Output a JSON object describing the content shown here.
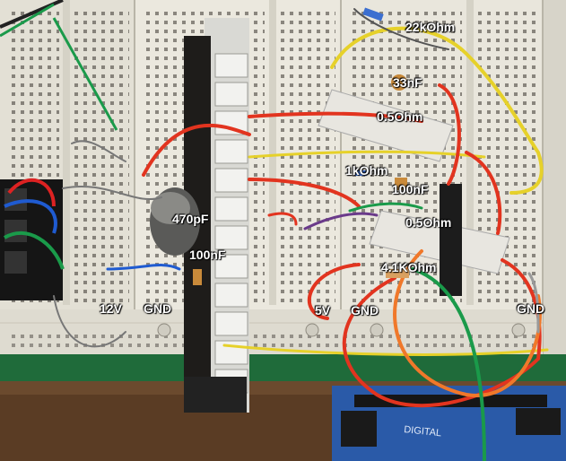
{
  "labels": {
    "r_22k": "22kOhm",
    "c_33n": "33nF",
    "r_05_top": "0.5Ohm",
    "r_1k": "1kOhm",
    "c_100n_right": "100nF",
    "r_05_bottom": "0.5Ohm",
    "c_470p": "470pF",
    "c_100n_left": "100nF",
    "r_41k": "4.1KOhm",
    "v_12": "12V",
    "gnd_left": "GND",
    "v_5": "5V",
    "gnd_mid": "GND",
    "gnd_right": "GND"
  },
  "board_markings": {
    "arduino_digital": "DIGITAL"
  },
  "colors": {
    "background_wood": "#6b4a2e",
    "breadboard": "#e9e6dc",
    "base_green": "#1f6b3a",
    "wire_red": "#e2341f",
    "wire_orange": "#f0782a",
    "wire_yellow": "#e6d12a",
    "wire_green": "#1a9a4a",
    "arduino_blue": "#2a5aa8"
  }
}
